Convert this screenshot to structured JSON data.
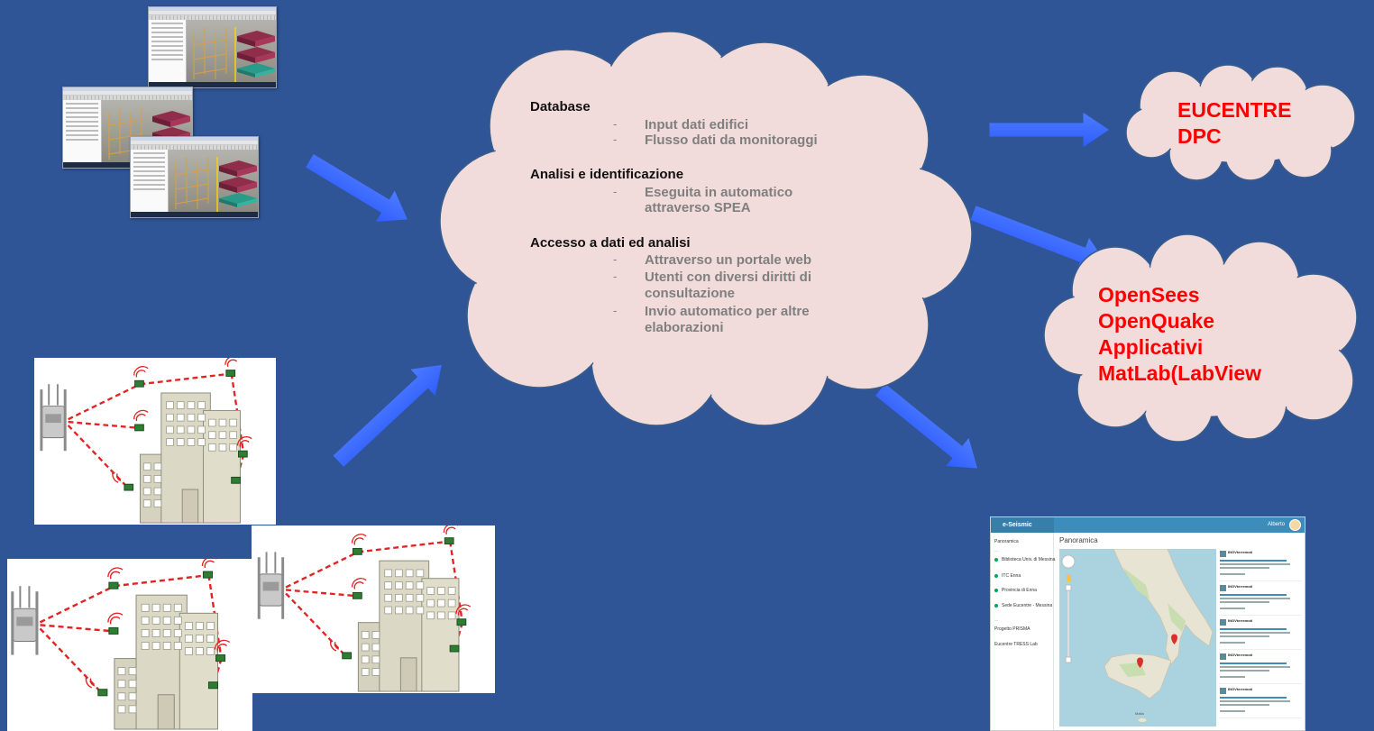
{
  "colors": {
    "background": "#2f5597",
    "arrow": "#3366ff",
    "cloud_fill": "#f2dcdb",
    "cloud_stroke": "#385d8a",
    "red_text": "#ff0000",
    "grey_text": "#7f7f7f"
  },
  "central_cloud": {
    "sections": [
      {
        "title": "Database",
        "items": [
          "Input dati edifici",
          "Flusso dati da monitoraggi"
        ]
      },
      {
        "title": "Analisi e identificazione",
        "items": [
          "Eseguita in automatico",
          "attraverso SPEA"
        ]
      },
      {
        "title": "Accesso a dati ed analisi",
        "items": [
          "Attraverso un portale web",
          "Utenti con diversi diritti di",
          "consultazione",
          "Invio automatico per altre",
          "elaborazioni"
        ]
      }
    ],
    "dash": "-"
  },
  "cloud_eucentre": {
    "lines": [
      "EUCENTRE",
      "DPC"
    ]
  },
  "cloud_tools": {
    "lines": [
      "OpenSees",
      "OpenQuake",
      "Applicativi",
      "MatLab(LabView"
    ]
  },
  "portal": {
    "brand": "e-Seismic",
    "user": "Alberto",
    "page_title": "Panoramica",
    "sidebar_items": [
      "Panoramica",
      "Biblioteca Univ. di Messina",
      "ITC Enna",
      "Provincia di Enna",
      "Sede Eucentre - Messina",
      "Progetto PRISMA",
      "Eucentre TRESS Lab"
    ],
    "tweet_name": "INGVterremoti",
    "map_label": "Malta"
  }
}
